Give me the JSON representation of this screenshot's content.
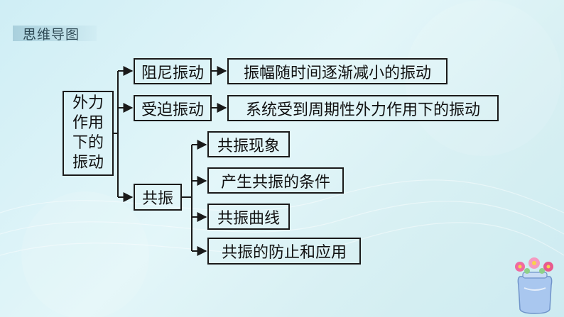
{
  "header": {
    "title": "思维导图"
  },
  "root": {
    "lines": [
      "外力",
      "作用",
      "下的",
      "振动"
    ]
  },
  "branches": {
    "damped": {
      "label": "阻尼振动",
      "desc": "振幅随时间逐渐减小的振动"
    },
    "forced": {
      "label": "受迫振动",
      "desc": "系统受到周期性外力作用下的振动"
    },
    "resonance": {
      "label": "共振",
      "items": [
        "共振现象",
        "产生共振的条件",
        "共振曲线",
        "共振的防止和应用"
      ]
    }
  },
  "colors": {
    "line": "#1a1a1a",
    "background": "#d8f0f4"
  },
  "decoration": {
    "icon": "flower-jar-icon"
  }
}
